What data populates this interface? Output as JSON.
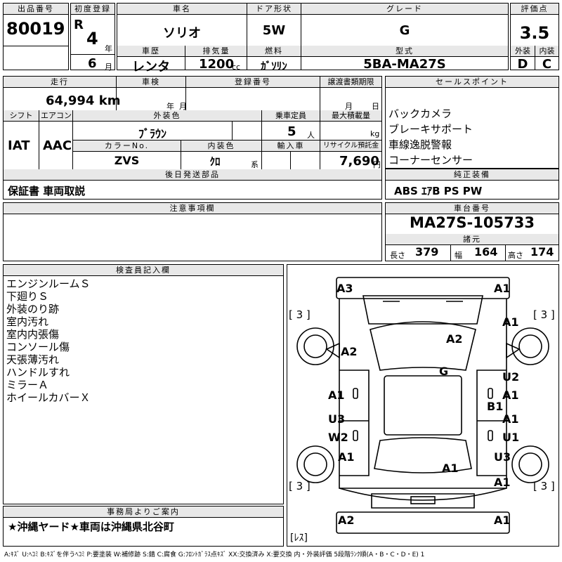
{
  "header": {
    "exhibit_no_label": "出品番号",
    "exhibit_no": "80019",
    "first_reg_label": "初度登録",
    "era": "R",
    "year": "4",
    "year_unit": "年",
    "month": "6",
    "month_unit": "月",
    "car_name_label": "車名",
    "car_name": "ソリオ",
    "door_label": "ドア形状",
    "door": "5W",
    "grade_label": "グレード",
    "grade": "G",
    "score_label": "評価点",
    "score": "3.5",
    "exterior_label": "外装",
    "exterior": "D",
    "interior_label": "内装",
    "interior": "C",
    "history_label": "車歴",
    "history": "レンタ",
    "displacement_label": "排気量",
    "displacement": "1200",
    "displacement_unit": "cc",
    "fuel_label": "燃料",
    "fuel": "ｶﾞｿﾘﾝ",
    "model_label": "型式",
    "model": "5BA-MA27S"
  },
  "row2": {
    "mileage_label": "走行",
    "mileage": "64,994 km",
    "inspection_label": "車検",
    "insp_year_unit": "年",
    "insp_month_unit": "月",
    "reg_no_label": "登録番号",
    "transfer_label": "譲渡書類期限",
    "transfer_month_unit": "月",
    "transfer_day_unit": "日",
    "shift_label": "シフト",
    "shift": "IAT",
    "ac_label": "エアコン",
    "ac": "AAC",
    "ext_color_label": "外装色",
    "ext_color": "ﾌﾞﾗｳﾝ",
    "capacity_label": "乗車定員",
    "capacity": "5",
    "capacity_unit": "人",
    "max_load_label": "最大積載量",
    "max_load_unit": "kg",
    "color_no_label": "カラーNo.",
    "color_no": "ZVS",
    "int_color_label": "内装色",
    "int_color": "ｸﾛ",
    "int_color_unit": "系",
    "import_label": "輸入車",
    "recycle_label": "リサイクル預託金",
    "recycle": "7,690",
    "recycle_unit": "円"
  },
  "sales_points": {
    "label": "セールスポイント",
    "items": [
      "バックカメラ",
      "ブレーキサポート",
      "車線逸脱警報",
      "コーナーセンサー"
    ]
  },
  "equipment": {
    "label": "純正装備",
    "value": "ABS ｴｱB PS PW"
  },
  "later_parts": {
    "label": "後日発送部品",
    "value": "保証書 車両取説"
  },
  "notes": {
    "label": "注意事項欄"
  },
  "chassis": {
    "label": "車台番号",
    "value": "MA27S-105733",
    "spec_label": "諸元",
    "length_label": "長さ",
    "length": "379",
    "width_label": "幅",
    "width": "164",
    "height_label": "高さ",
    "height": "174"
  },
  "inspector": {
    "label": "検査員記入欄",
    "items": [
      "エンジンルームＳ",
      "下廻りＳ",
      "外装のり跡",
      "室内汚れ",
      "室内内張傷",
      "コンソール傷",
      "天張薄汚れ",
      "ハンドルすれ",
      "ミラーＡ",
      "ホイールカバーＸ"
    ]
  },
  "office": {
    "label": "事務局よりご案内",
    "value": "★沖縄ヤード★車両は沖縄県北谷町"
  },
  "legend": "A:ｷｽﾞ U:ﾍｺﾐ B:ｷｽﾞを伴うﾍｺﾐ P:要塗装 W:補修跡 S:錆 C:腐食 G:ﾌﾛﾝﾄｶﾞﾗｽ点ｷｽﾞ XX:交換済み X:要交換 内・外装評価 5段階ﾗﾝｸ順(A・B・C・D・E) 1",
  "diagram": {
    "marks": [
      "A3",
      "A1",
      "A1",
      "A2",
      "A2",
      "G",
      "U2",
      "A1",
      "A1",
      "B1",
      "A1",
      "U3",
      "A1",
      "W2",
      "U1",
      "A1",
      "U3",
      "A1",
      "A1",
      "A2",
      "A1"
    ],
    "tire_marks": [
      "[ 3 ]",
      "[ 3 ]",
      "[ 3 ]",
      "[ 3 ]"
    ],
    "spare": "[ﾚｽ]"
  },
  "colors": {
    "header_bg": "#e8e8e8",
    "line": "#000000"
  }
}
